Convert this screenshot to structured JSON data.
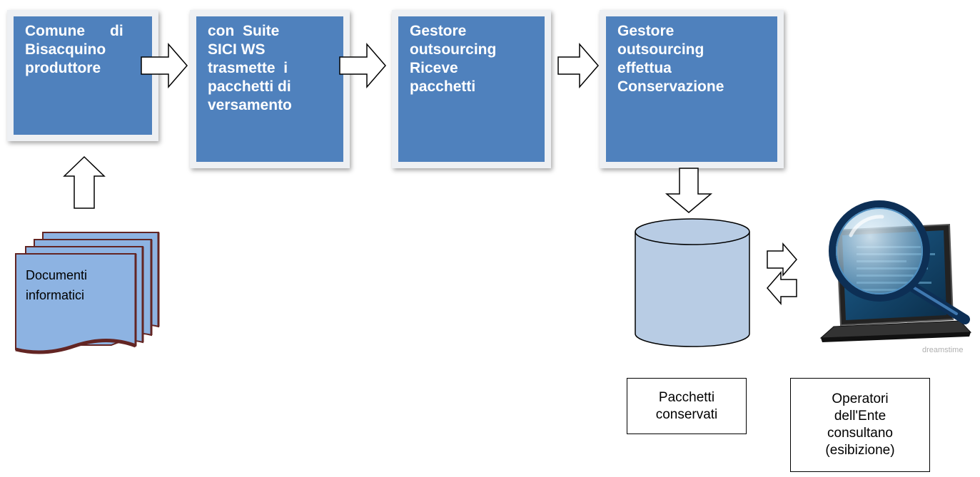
{
  "process_boxes": [
    {
      "lines": [
        "Comune      di",
        "Bisacquino",
        "produttore"
      ]
    },
    {
      "lines": [
        "con  Suite",
        "SICI WS",
        "trasmette  i",
        "pacchetti di",
        "versamento"
      ]
    },
    {
      "lines": [
        "Gestore",
        "outsourcing",
        "Riceve",
        "pacchetti"
      ]
    },
    {
      "lines": [
        "Gestore",
        "outsourcing",
        "effettua",
        "Conservazione"
      ]
    }
  ],
  "documents": {
    "lines": [
      "Documenti",
      "informatici"
    ]
  },
  "storage_label": {
    "lines": [
      "Pacchetti",
      "conservati"
    ]
  },
  "operators_label": {
    "lines": [
      "Operatori",
      "dell'Ente",
      "consultano",
      "(esibizione)"
    ]
  },
  "watermark": "dreamstime",
  "colors": {
    "box_fill": "#4f81bd",
    "box_frame": "#eef0f3",
    "cylinder_fill": "#b8cce4",
    "doc_fill": "#8db3e2",
    "doc_border": "#632523"
  }
}
